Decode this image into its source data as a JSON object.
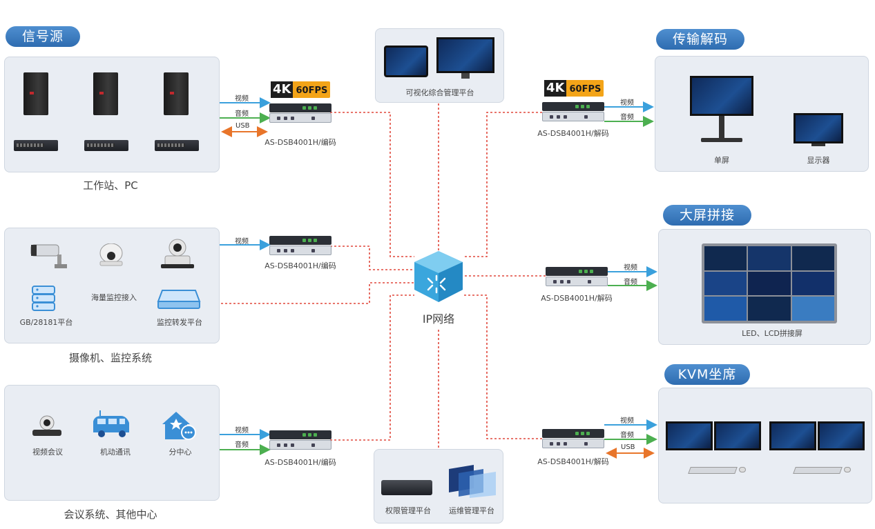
{
  "sections": {
    "source": "信号源",
    "transmit": "传输解码",
    "videowall": "大屏拼接",
    "kvm": "KVM坐席"
  },
  "groups": {
    "workstation": "工作站、PC",
    "camera": "摄像机、监控系统",
    "meeting": "会议系统、其他中心",
    "visual_platform": "可视化综合管理平台",
    "permission": "权限管理平台",
    "ops": "运维管理平台"
  },
  "labels": {
    "video": "视频",
    "audio": "音频",
    "usb": "USB",
    "encoder": "AS-DSB4001H/编码",
    "decoder": "AS-DSB4001H/解码",
    "badge_4k": "4K",
    "badge_fps": "60FPS",
    "network": "IP网络",
    "mass_access": "海量监控接入",
    "gb_platform": "GB/28181平台",
    "forward_platform": "监控转发平台",
    "video_conf": "视频会议",
    "mobile_comm": "机动通讯",
    "sub_center": "分中心",
    "single_screen": "单屏",
    "monitor": "显示器",
    "led_lcd": "LED、LCD拼接屏"
  },
  "colors": {
    "video_arrow": "#3aa0dc",
    "audio_arrow": "#4caf50",
    "usb_arrow": "#e8752a",
    "network_line": "#e0463a",
    "pill": "#3a7cc1"
  }
}
